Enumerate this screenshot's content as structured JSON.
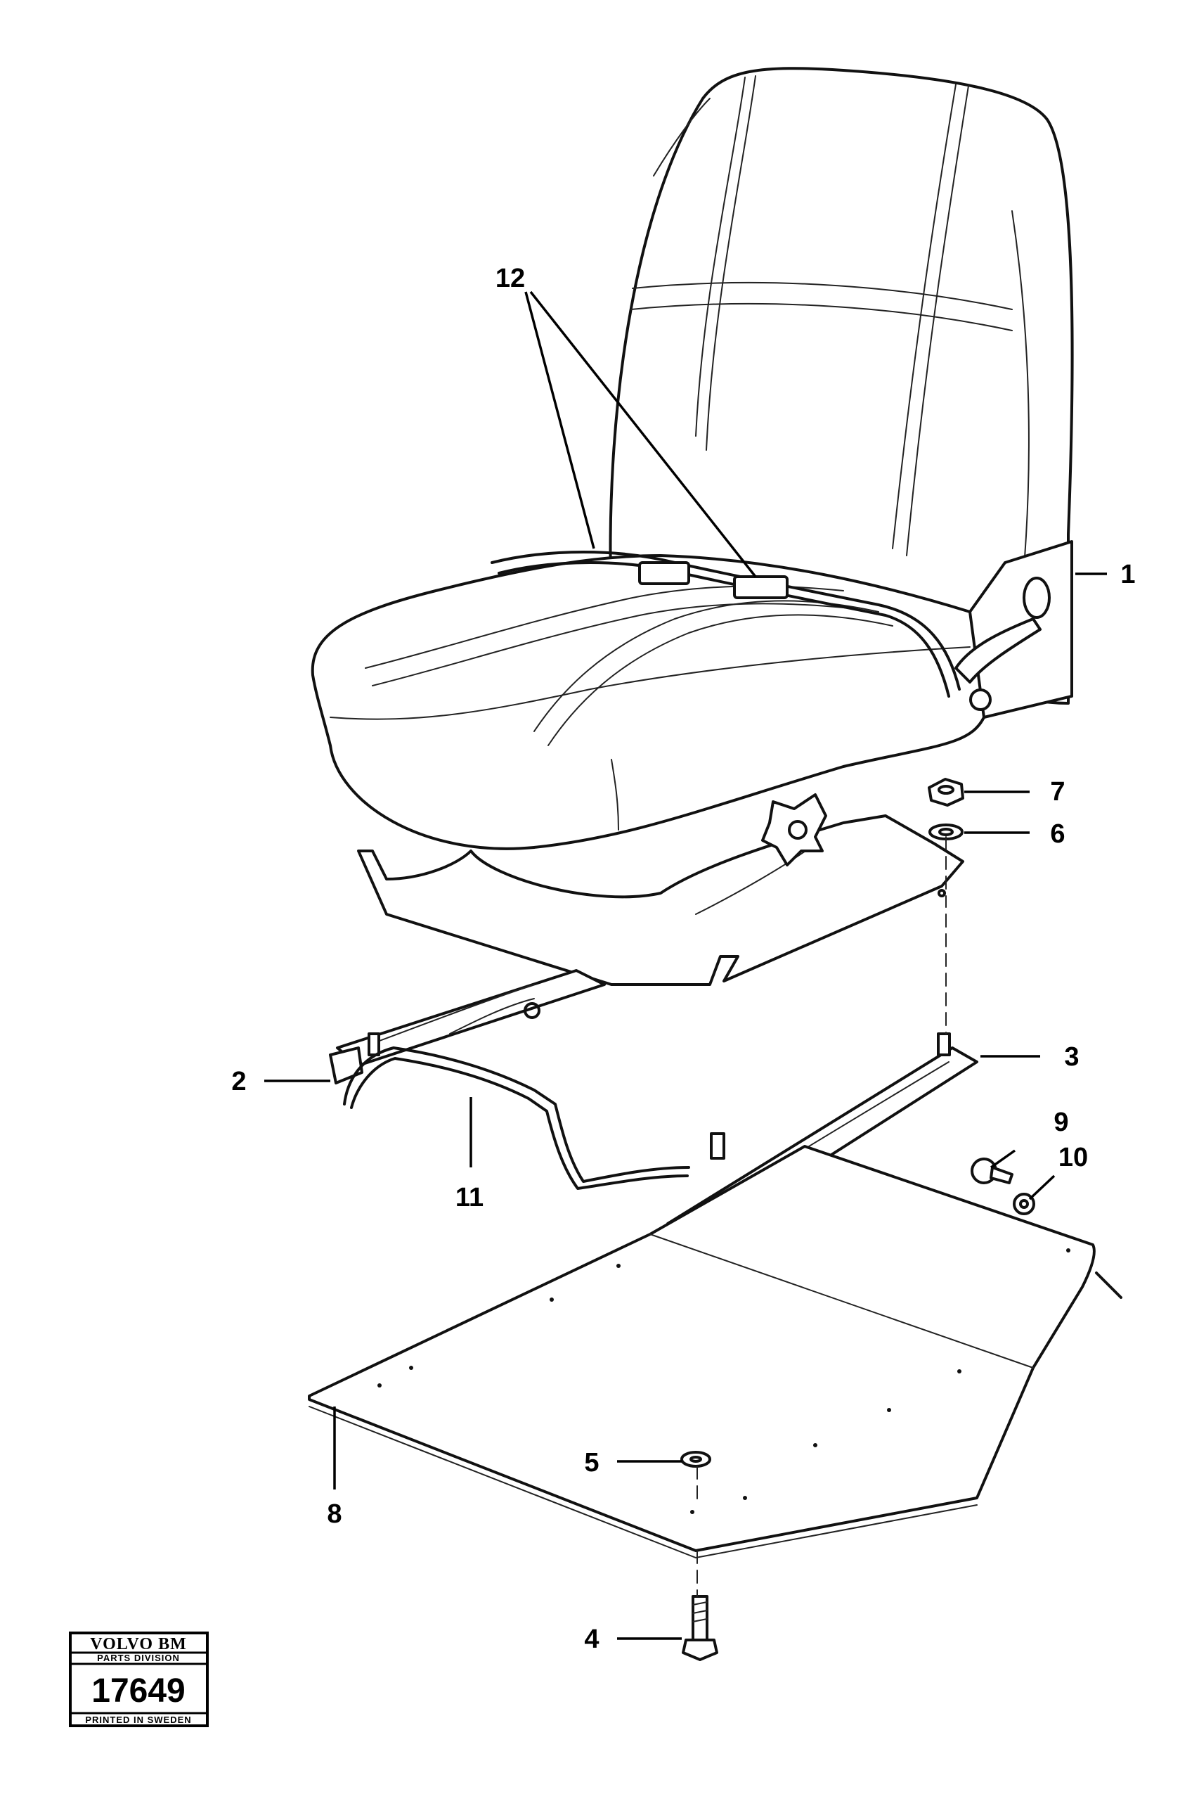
{
  "diagram": {
    "callouts": {
      "c1": "1",
      "c2": "2",
      "c3": "3",
      "c4": "4",
      "c5": "5",
      "c6": "6",
      "c7": "7",
      "c8": "8",
      "c9": "9",
      "c10": "10",
      "c11": "11",
      "c12": "12"
    },
    "plate": {
      "brand": "VOLVO BM",
      "division": "PARTS DIVISION",
      "number": "17649",
      "printed": "PRINTED IN SWEDEN"
    }
  }
}
